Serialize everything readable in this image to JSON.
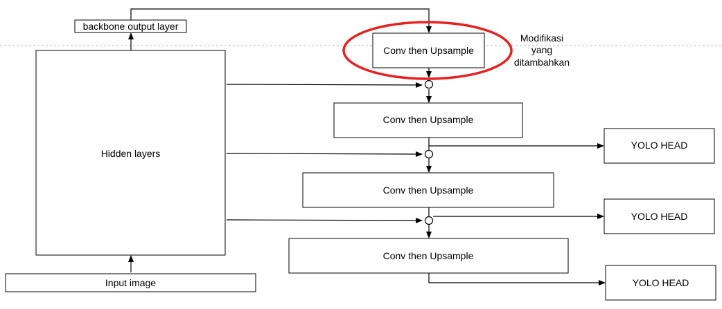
{
  "diagram": {
    "nodes": {
      "backbone_output": "backbone output layer",
      "hidden_layers": "Hidden layers",
      "input_image": "Input image",
      "conv1": "Conv then Upsample",
      "conv2": "Conv then Upsample",
      "conv3": "Conv then Upsample",
      "conv4": "Conv then Upsample",
      "yolo1": "YOLO HEAD",
      "yolo2": "YOLO HEAD",
      "yolo3": "YOLO HEAD"
    },
    "annotation": {
      "line1": "Modifikasi",
      "line2": "yang",
      "line3": "ditambahkan"
    },
    "colors": {
      "stroke": "#000000",
      "highlight": "#e8201f",
      "divider": "#bbbbbb"
    }
  }
}
